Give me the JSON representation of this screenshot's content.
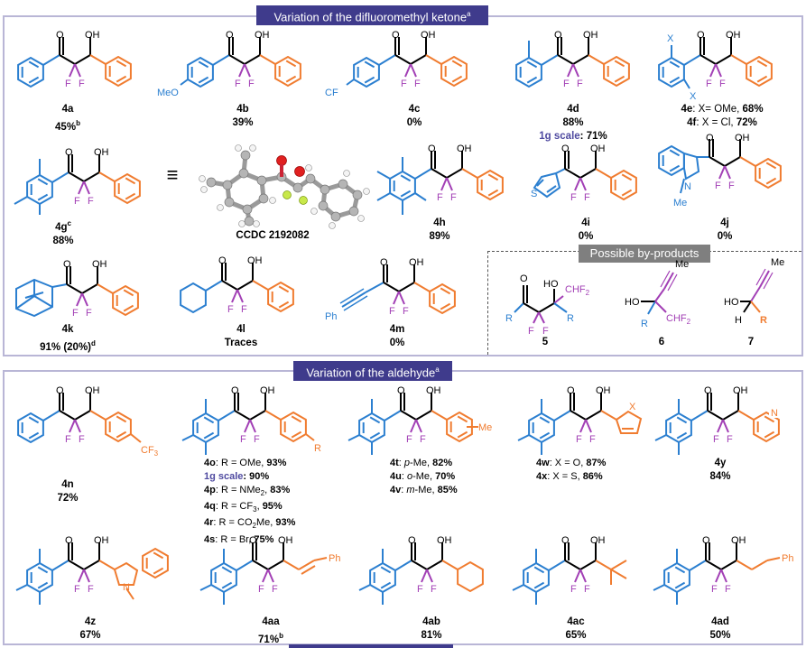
{
  "top_panel": {
    "title": "Variation of the difluoromethyl ketone",
    "title_sup": "a"
  },
  "bottom_panel": {
    "title": "Variation of the aldehyde",
    "title_sup": "a"
  },
  "atoms": {
    "O": "O",
    "OH": "OH",
    "F": "F",
    "MeO": "MeO",
    "CF3": "CF",
    "CF3_sub": "3",
    "X": "X",
    "S": "S",
    "N": "N",
    "Me": "Me",
    "Ph": "Ph",
    "R": "R",
    "H": "H",
    "HO": "HO",
    "CHF2": "CHF",
    "CHF2_sub": "2"
  },
  "top_compounds": [
    {
      "id": "4a",
      "yield": "45%",
      "sup": "b"
    },
    {
      "id": "4b",
      "yield": "39%"
    },
    {
      "id": "4c",
      "yield": "0%"
    },
    {
      "id": "4d",
      "yield": "88%",
      "scale_label": "1g scale",
      "scale_yield": ": 71%"
    },
    {
      "id": "4e",
      "desc": ": X= OMe, ",
      "yield": "68%"
    },
    {
      "id": "4f",
      "desc": ": X = Cl, ",
      "yield": "72%"
    },
    {
      "id": "4g",
      "id_sup": "c",
      "yield": "88%"
    },
    {
      "id": "4h",
      "yield": "89%"
    },
    {
      "id": "4i",
      "yield": "0%"
    },
    {
      "id": "4j",
      "yield": "0%"
    },
    {
      "id": "4k",
      "yield": "91% (20%)",
      "sup": "d"
    },
    {
      "id": "4l",
      "yield": "Traces"
    },
    {
      "id": "4m",
      "yield": "0%"
    }
  ],
  "crystal": {
    "ccdc": "CCDC 2192082",
    "equiv_symbol": "≡"
  },
  "byproducts": {
    "title": "Possible by-products",
    "labels": [
      "5",
      "6",
      "7"
    ]
  },
  "bottom_compounds": [
    {
      "id": "4n",
      "yield": "72%"
    },
    {
      "id": "4o",
      "desc": ": R = OMe, ",
      "yield": "93%"
    },
    {
      "scale_label": "1g scale",
      "scale_yield": ": 90%"
    },
    {
      "id": "4p",
      "desc": ": R = NMe",
      "desc_sub": "2",
      "desc2": ", ",
      "yield": "83%"
    },
    {
      "id": "4q",
      "desc": ": R = CF",
      "desc_sub": "3",
      "desc2": ", ",
      "yield": "95%"
    },
    {
      "id": "4r",
      "desc": ": R = CO",
      "desc_sub": "2",
      "desc2": "Me, ",
      "yield": "93%"
    },
    {
      "id": "4s",
      "desc": ": R = Br, ",
      "yield": "75%"
    },
    {
      "id": "4t",
      "desc_i": "p",
      "desc": "-Me, ",
      "yield": "82%"
    },
    {
      "id": "4u",
      "desc_i": "o",
      "desc": "-Me, ",
      "yield": "70%"
    },
    {
      "id": "4v",
      "desc_i": "m",
      "desc": "-Me, ",
      "yield": "85%"
    },
    {
      "id": "4w",
      "desc": ": X = O, ",
      "yield": "87%"
    },
    {
      "id": "4x",
      "desc": ": X = S, ",
      "yield": "86%"
    },
    {
      "id": "4y",
      "yield": "84%"
    },
    {
      "id": "4z",
      "yield": "67%"
    },
    {
      "id": "4aa",
      "yield": "71%",
      "sup": "b"
    },
    {
      "id": "4ab",
      "yield": "81%"
    },
    {
      "id": "4ac",
      "yield": "65%"
    },
    {
      "id": "4ad",
      "yield": "50%"
    }
  ],
  "colors": {
    "aryl_ketone": "#2b7fd0",
    "aldehyde_part": "#f07c30",
    "fluorine": "#a23fb5",
    "banner": "#3f3b8c",
    "panel_border": "#b9b6d6",
    "scale": "#4f4aa0",
    "byproduct_banner": "#7f7f7f"
  }
}
